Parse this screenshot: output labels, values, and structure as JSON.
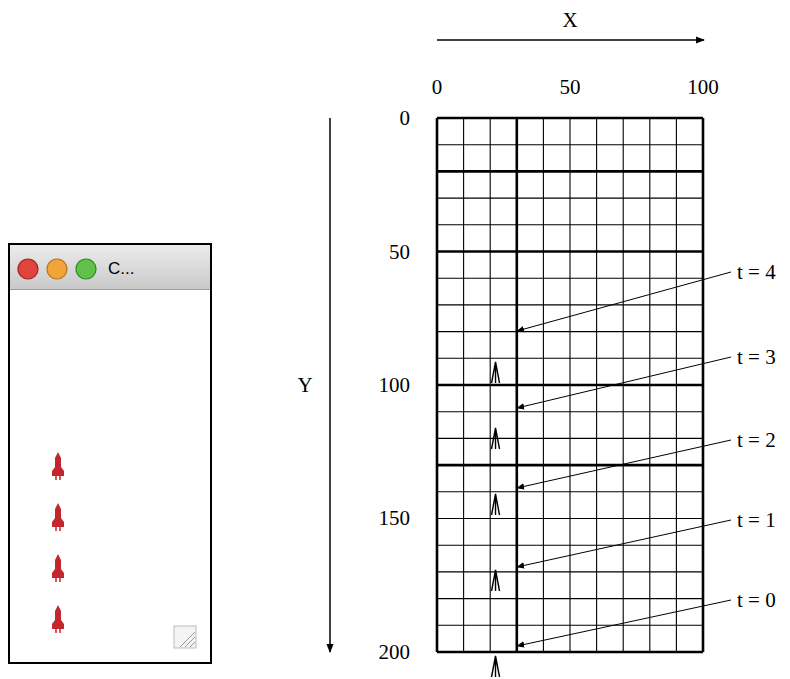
{
  "diagram": {
    "nodes": [
      {
        "text": [
          "C..."
        ]
      }
    ],
    "labels": [
      "X",
      "0",
      "50",
      "100",
      "0",
      "50",
      "100",
      "150",
      "200",
      "Y",
      "t = 4",
      "t = 3",
      "t = 2",
      "t = 1",
      "t = 0"
    ]
  }
}
